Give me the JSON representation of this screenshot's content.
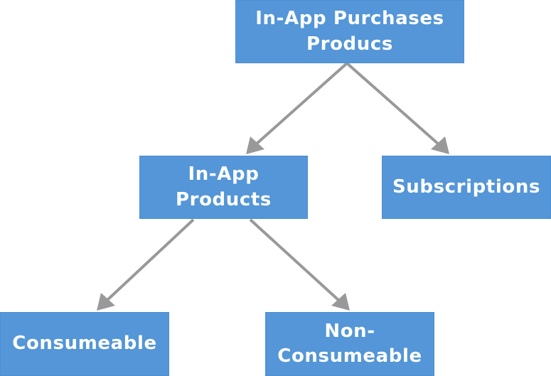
{
  "diagram": {
    "type": "tree",
    "node_color": "#5496d7",
    "edge_color": "#999999",
    "text_color": "#ffffff",
    "nodes": {
      "root": {
        "lines": [
          "In-App Purchases",
          "Producs"
        ]
      },
      "in_app_products": {
        "lines": [
          "In-App",
          "Products"
        ]
      },
      "subscriptions": {
        "lines": [
          "Subscriptions"
        ]
      },
      "consumeable": {
        "lines": [
          "Consumeable"
        ]
      },
      "non_consumeable": {
        "lines": [
          "Non-",
          "Consumeable"
        ]
      }
    },
    "edges": [
      {
        "from": "root",
        "to": "in_app_products"
      },
      {
        "from": "root",
        "to": "subscriptions"
      },
      {
        "from": "in_app_products",
        "to": "consumeable"
      },
      {
        "from": "in_app_products",
        "to": "non_consumeable"
      }
    ]
  }
}
